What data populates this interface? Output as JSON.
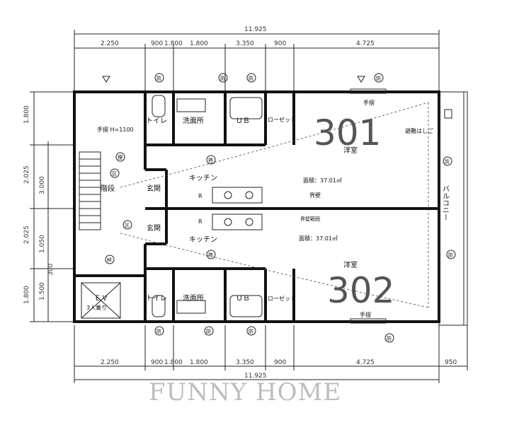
{
  "dims": {
    "overall_top": "11.925",
    "overall_bottom": "11.925",
    "top_row": [
      "2.250",
      "900",
      "1.800",
      "1.800",
      "3.350",
      "900",
      "4.725"
    ],
    "bottom_row": [
      "2.250",
      "900",
      "1.800",
      "1.800",
      "3.350",
      "900",
      "4.725",
      "950"
    ],
    "left_outer": [
      "1.800",
      "2.025",
      "2.025",
      "1.800"
    ],
    "left_inner": [
      "3.000",
      "1.050",
      "300",
      "1.500"
    ]
  },
  "rooms": {
    "toilet": "トイレ",
    "washroom": "洗面所",
    "ub": "ＵＢ",
    "closet": "ローゼット",
    "western": "洋室",
    "kitchen": "キッチン",
    "entrance": "玄関",
    "stairs": "階段",
    "balcony": "バルコニー",
    "ev": "ＥＶ",
    "ev_capacity": "3人乗り",
    "area_301": "面積：37.01㎡",
    "area_302": "面積：37.01㎡",
    "handrail": "手摺",
    "handrail_h": "手摺 H=1100",
    "evac_ladder": "避難はしご",
    "boundary_wall": "界壁",
    "boundary_wall_2": "界壁範囲",
    "r": "R"
  },
  "units": {
    "unit_301": "301",
    "unit_302": "302"
  },
  "marks": {
    "bo": "防",
    "netsu": "熱",
    "ku": "区",
    "kemuri": "煙",
    "waku": "枠"
  },
  "brand": "FUNNY HOME"
}
